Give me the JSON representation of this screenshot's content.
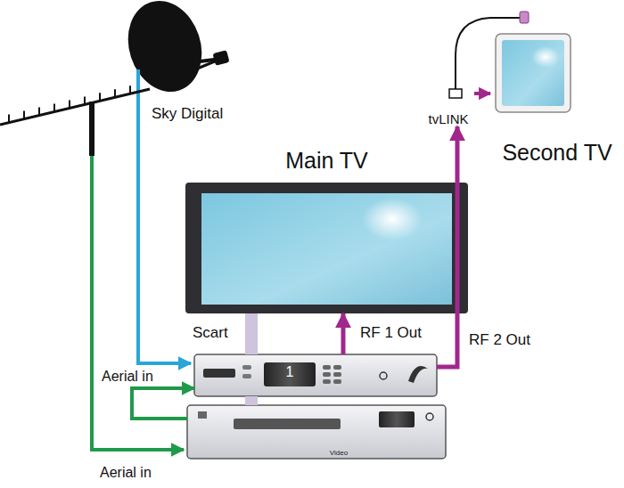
{
  "diagram": {
    "nodes": [
      {
        "text": [
          "Main TV"
        ]
      },
      {
        "text": [
          "Second TV"
        ]
      },
      {
        "text": [
          "tvLINK"
        ]
      },
      {
        "text": [
          "1"
        ]
      },
      {
        "text": [
          "Video"
        ]
      }
    ],
    "edges": [
      {
        "from": 3,
        "to": 0,
        "label": "Scart",
        "arrow": "none"
      },
      {
        "from": 3,
        "to": 4,
        "arrow": "none"
      },
      {
        "from": 3,
        "to": 0,
        "label": "RF 1 Out",
        "arrow": "to"
      },
      {
        "from": 3,
        "to": 2,
        "label": "RF 2 Out",
        "arrow": "to"
      },
      {
        "from": 2,
        "to": 1,
        "arrow": "to"
      },
      {
        "from": 4,
        "to": 3,
        "label": "Aerial in",
        "arrow": "to"
      }
    ],
    "labels": [
      "Sky Digital",
      "Aerial in"
    ]
  }
}
